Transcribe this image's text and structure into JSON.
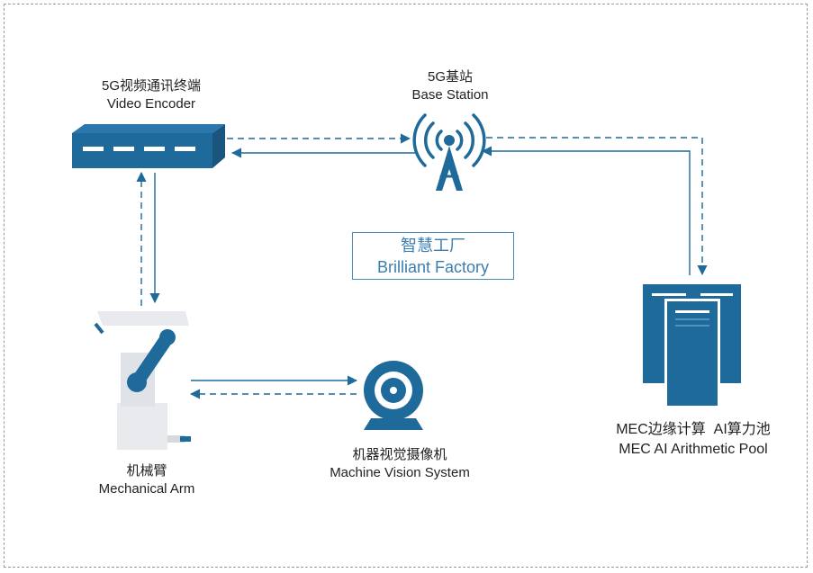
{
  "nodes": {
    "video_encoder": {
      "label_cn": "5G视频通讯终端",
      "label_en": "Video Encoder"
    },
    "base_station": {
      "label_cn": "5G基站",
      "label_en": "Base Station"
    },
    "mec_pool": {
      "label_cn": "MEC边缘计算  AI算力池",
      "label_en": "MEC AI Arithmetic Pool"
    },
    "mechanical_arm": {
      "label_cn": "机械臂",
      "label_en": "Mechanical Arm"
    },
    "machine_vision": {
      "label_cn": "机器视觉摄像机",
      "label_en": "Machine Vision System"
    }
  },
  "center": {
    "label_cn": "智慧工厂",
    "label_en": "Brilliant Factory"
  },
  "icons": {
    "video_encoder": "router-icon",
    "base_station": "antenna-tower-icon",
    "mec_pool": "server-cluster-icon",
    "mechanical_arm": "robot-arm-icon",
    "machine_vision": "webcam-icon"
  },
  "colors": {
    "primary": "#1e6a9a",
    "arm_body": "#e8eaee",
    "frame": "#9a9a9a"
  }
}
